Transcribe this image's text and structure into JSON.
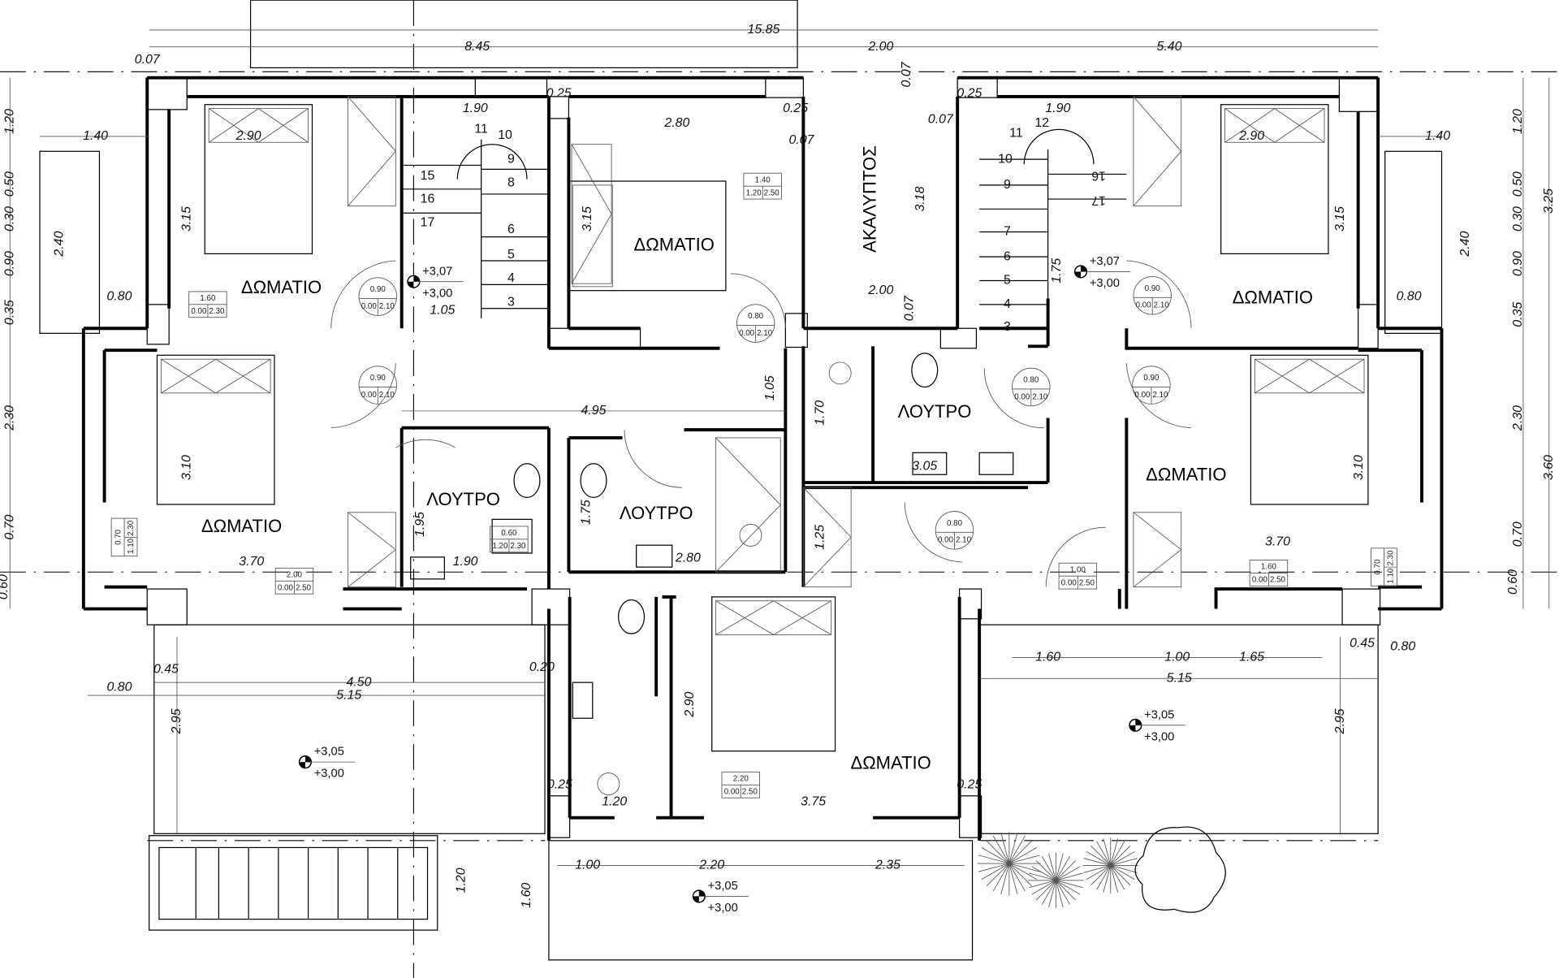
{
  "rooms": [
    "ΔΩΜΑΤΙΟ",
    "ΔΩΜΑΤΙΟ",
    "ΔΩΜΑΤΙΟ",
    "ΔΩΜΑΤΙΟ",
    "ΔΩΜΑΤΙΟ",
    "ΔΩΜΑΤΙΟ",
    "ΛΟΥΤΡΟ",
    "ΛΟΥΤΡΟ",
    "ΛΟΥΤΡΟ",
    "ΑΚΑΛΥΠΤΟΣ"
  ],
  "dimensions": [
    "15.85",
    "8.45",
    "0.07",
    "2.00",
    "5.40",
    "1.40",
    "2.90",
    "1.90",
    "0.25",
    "2.80",
    "0.25",
    "0.07",
    "0.07",
    "0.25",
    "1.90",
    "2.90",
    "1.40",
    "0.80",
    "1.05",
    "2.00",
    "0.80",
    "4.95",
    "3.70",
    "1.90",
    "2.80",
    "3.05",
    "3.70",
    "0.45",
    "0.20",
    "4.50",
    "5.15",
    "0.80",
    "1.60",
    "1.00",
    "1.65",
    "0.45",
    "0.80",
    "5.15",
    "0.25",
    "1.20",
    "3.75",
    "0.25",
    "1.00",
    "2.20",
    "2.35",
    "1.20",
    "0.50",
    "0.30",
    "0.90",
    "0.35",
    "2.30",
    "0.70",
    "0.60",
    "2.40",
    "3.15",
    "3.15",
    "3.18",
    "0.07",
    "0.07",
    "1.05",
    "3.10",
    "1.95",
    "1.75",
    "1.70",
    "1.25",
    "1.75",
    "3.15",
    "2.40",
    "3.10",
    "2.90",
    "2.95",
    "2.95",
    "1.20",
    "1.60",
    "1.20",
    "0.50",
    "0.30",
    "0.90",
    "0.35",
    "2.30",
    "0.70",
    "0.60",
    "3.25",
    "3.60"
  ],
  "stair_numbers": [
    "11",
    "10",
    "9",
    "8",
    "15",
    "16",
    "17",
    "6",
    "5",
    "4",
    "3",
    "11",
    "12",
    "10",
    "9",
    "7",
    "6",
    "5",
    "4",
    "3",
    "16",
    "17"
  ],
  "elevations": [
    {
      "upper": "+3,07",
      "lower": "+3,00"
    },
    {
      "upper": "+3,07",
      "lower": "+3,00"
    },
    {
      "upper": "+3,05",
      "lower": "+3,00"
    },
    {
      "upper": "+3,05",
      "lower": "+3,00"
    },
    {
      "upper": "+3,05",
      "lower": "+3,00"
    }
  ],
  "door_tags": [
    {
      "width": "0.90",
      "sill": "0.00",
      "head": "2.10"
    },
    {
      "width": "0.90",
      "sill": "0.00",
      "head": "2.10"
    },
    {
      "width": "0.90",
      "sill": "0.00",
      "head": "2.10"
    },
    {
      "width": "0.90",
      "sill": "0.00",
      "head": "2.10"
    },
    {
      "width": "0.80",
      "sill": "0.00",
      "head": "2.10"
    },
    {
      "width": "0.80",
      "sill": "0.00",
      "head": "2.10"
    },
    {
      "width": "0.80",
      "sill": "0.00",
      "head": "2.10"
    }
  ],
  "window_tags": [
    {
      "width": "1.60",
      "sill": "0.00",
      "head": "2.30"
    },
    {
      "width": "1.40",
      "sill": "1.20",
      "head": "2.50"
    },
    {
      "width": "0.60",
      "sill": "1.20",
      "head": "2.30"
    },
    {
      "width": "2.00",
      "sill": "0.00",
      "head": "2.50"
    },
    {
      "width": "1.00",
      "sill": "0.00",
      "head": "2.50"
    },
    {
      "width": "1.60",
      "sill": "0.00",
      "head": "2.50"
    },
    {
      "width": "2.20",
      "sill": "0.00",
      "head": "2.50"
    },
    {
      "width": "0.70",
      "sill": "1.10",
      "head": "2.30"
    },
    {
      "width": "0.70",
      "sill": "1.10",
      "head": "2.30"
    }
  ]
}
